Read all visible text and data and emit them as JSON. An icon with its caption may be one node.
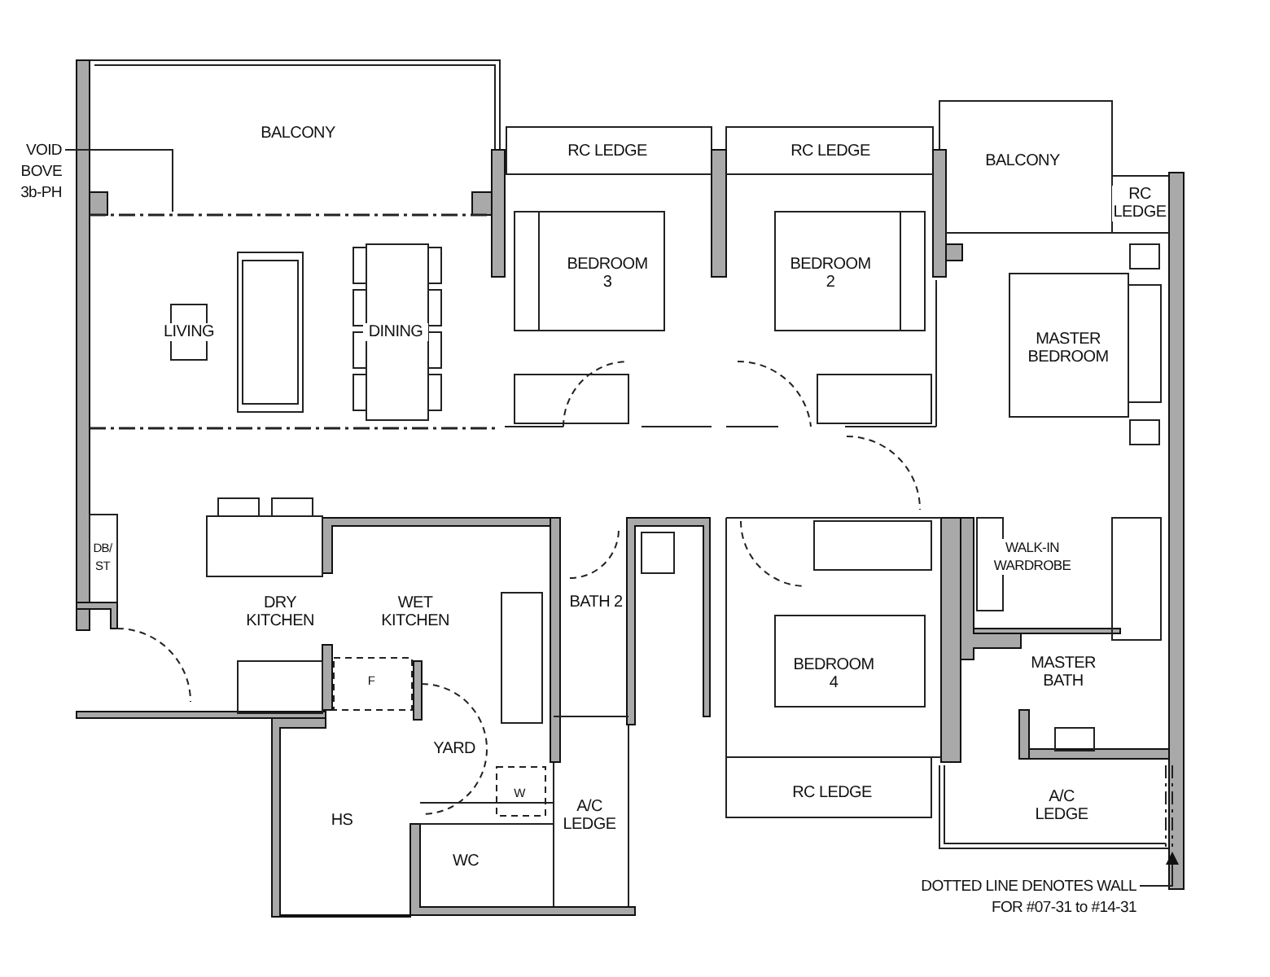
{
  "diagram": {
    "nodes": [
      {
        "text": [
          "VOID BOVE 3b-PH"
        ]
      },
      {
        "text": [
          "DOTTED LINE DENOTES WALL FOR #07-31 to #14-31"
        ]
      }
    ],
    "edges": [
      {
        "from": 0,
        "to": null,
        "arrow": "none"
      },
      {
        "from": 1,
        "to": null,
        "arrow": "to"
      }
    ],
    "labels": [
      "BALCONY",
      "RC LEDGE",
      "RC LEDGE",
      "BALCONY",
      "RC LEDGE",
      "LIVING",
      "DINING",
      "BEDROOM 3",
      "BEDROOM 2",
      "MASTER BEDROOM",
      "DB/ST",
      "DRY KITCHEN",
      "WET KITCHEN",
      "BATH 2",
      "WALK-IN WARDROBE",
      "F",
      "BEDROOM 4",
      "MASTER BATH",
      "YARD",
      "HS",
      "W",
      "A/C LEDGE",
      "WC",
      "RC LEDGE",
      "A/C LEDGE"
    ]
  }
}
